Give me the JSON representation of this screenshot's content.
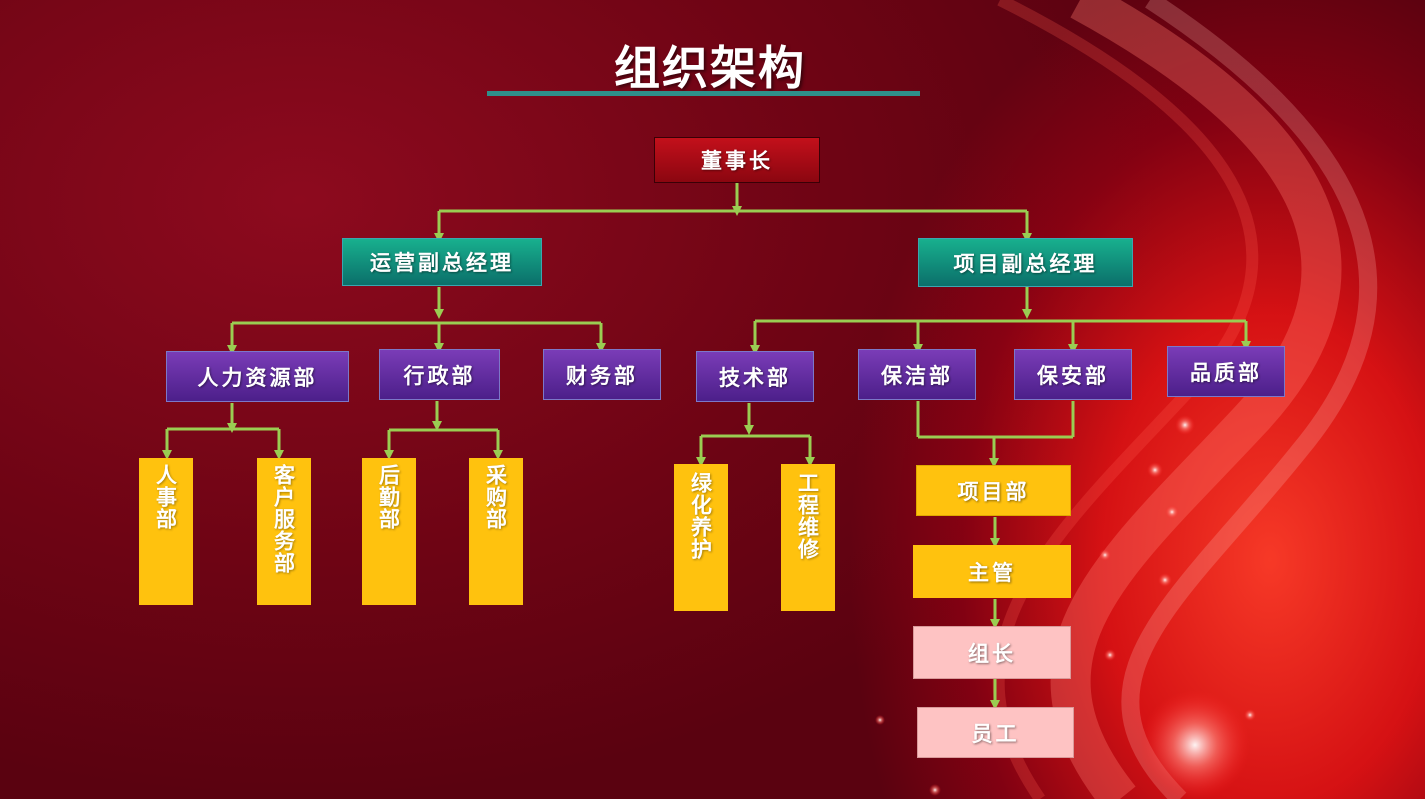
{
  "title": "组织架构",
  "colors": {
    "background": "#7a0618",
    "underline": "#2f8f8a",
    "connector": "#9acd52",
    "red_box": "#a50b16",
    "teal_box": "#12917e",
    "purple_box": "#5e2b9e",
    "yellow_box": "#ffc20e",
    "pink_box": "#fec3c3"
  },
  "nodes": {
    "chairman": "董事长",
    "ops_vp": "运营副总经理",
    "project_vp": "项目副总经理",
    "hr": "人力资源部",
    "admin": "行政部",
    "finance": "财务部",
    "tech": "技术部",
    "cleaning": "保洁部",
    "security": "保安部",
    "quality": "品质部",
    "personnel": "人事部",
    "customer_service": "客户服务部",
    "logistics": "后勤部",
    "purchasing": "采购部",
    "landscaping": "绿化养护",
    "engineering": "工程维修",
    "project_dept": "项目部",
    "supervisor": "主管",
    "team_leader": "组长",
    "staff": "员工"
  }
}
